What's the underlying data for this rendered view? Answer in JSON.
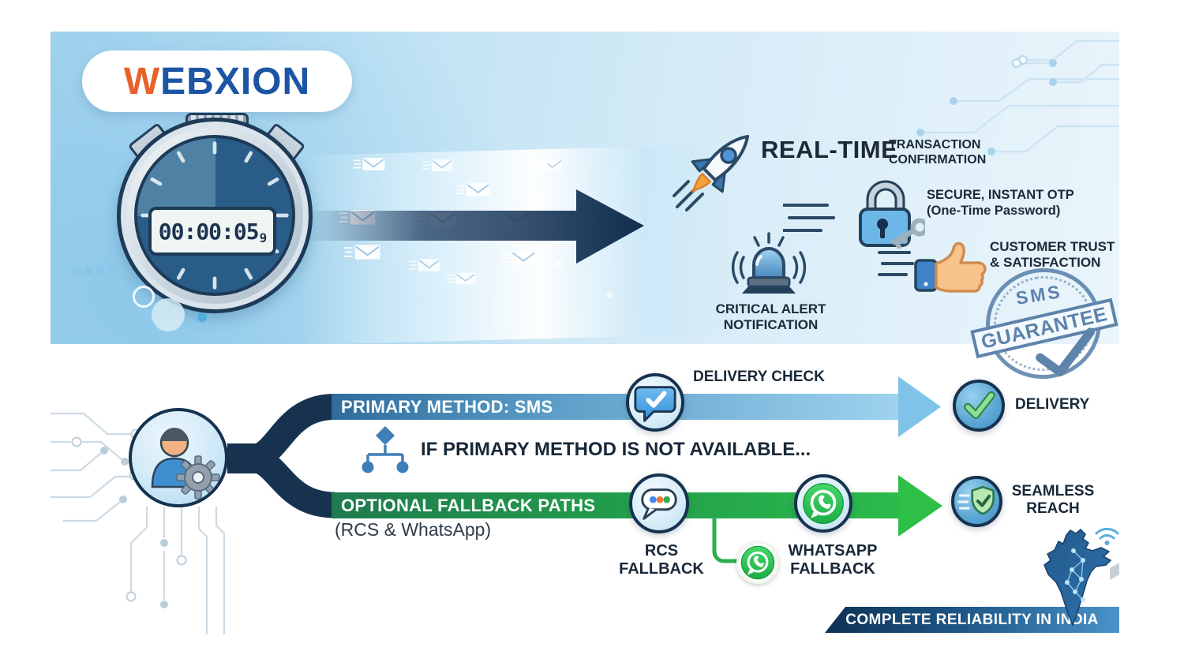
{
  "brand": {
    "logo_w": "W",
    "logo_rest": "EBXION"
  },
  "banner": {
    "stopwatch": {
      "time": "00:00:05",
      "fraction": "9"
    },
    "realtime_title": "REAL-TIME",
    "realtime_label": "TRANSACTION CONFIRMATION",
    "otp_label": "SECURE, INSTANT OTP",
    "otp_sub": "(One-Time Password)",
    "alert_label": "CRITICAL ALERT NOTIFICATION",
    "trust_label": "CUSTOMER TRUST & SATISFACTION",
    "stamp_top": "SMS",
    "stamp_main": "GUARANTEE"
  },
  "flow": {
    "primary_bar": "PRIMARY METHOD: SMS",
    "delivery_check": "DELIVERY CHECK",
    "delivery": "DELIVERY",
    "condition": "IF PRIMARY METHOD IS NOT AVAILABLE...",
    "fallback_bar": "OPTIONAL FALLBACK PATHS",
    "fallback_sub": "(RCS & WhatsApp)",
    "rcs_label": "RCS FALLBACK",
    "whatsapp_label": "WHATSAPP FALLBACK",
    "seamless_label": "SEAMLESS REACH",
    "footer": "COMPLETE RELIABILITY IN INDIA"
  },
  "icons": {
    "stopwatch-icon": "css circle + mono digits",
    "envelope-icon": "svg rect + flap with speed lines",
    "rocket-icon": "svg rocket 45deg with flame",
    "lock-key-icon": "svg padlock + key",
    "siren-icon": "svg alert dome with sound waves",
    "thumbs-up-icon": "svg hand with blue sleeve",
    "sms-guarantee-stamp": "circle stamp + band + check",
    "user-gear-icon": "svg person + gear",
    "decision-tree-icon": "svg diamond flowchart",
    "chat-check-icon": "svg blue bubble + white check",
    "check-circle-icon": "blue circle + green check",
    "rcs-chat-icon": "white bubble + blue/orange/green dots",
    "whatsapp-icon": "green disc + white bubble phone",
    "shield-check-icon": "green shield + check + speed lines",
    "india-map-icon": "svg india silhouette + network nodes",
    "wifi-icon": "svg arcs + dot",
    "circuit-pattern": "svg traces with nodes"
  },
  "colors": {
    "navy": "#16324f",
    "dark_text": "#182838",
    "logo_orange": "#e8632b",
    "logo_blue": "#1d55a5",
    "banner_bg": "#bfe2f3",
    "primary_bar_start": "#2e6c9c",
    "primary_bar_end": "#9ed2ee",
    "fallback_bar_start": "#1e7b4e",
    "fallback_bar_end": "#2bbb4b",
    "arrowhead_blue": "#7fc3e9",
    "arrowhead_green": "#2dbf47",
    "whatsapp_green": "#25d366",
    "stamp_blue": "#527ba6",
    "footer_start": "#0e3254",
    "footer_end": "#4a93c9"
  }
}
